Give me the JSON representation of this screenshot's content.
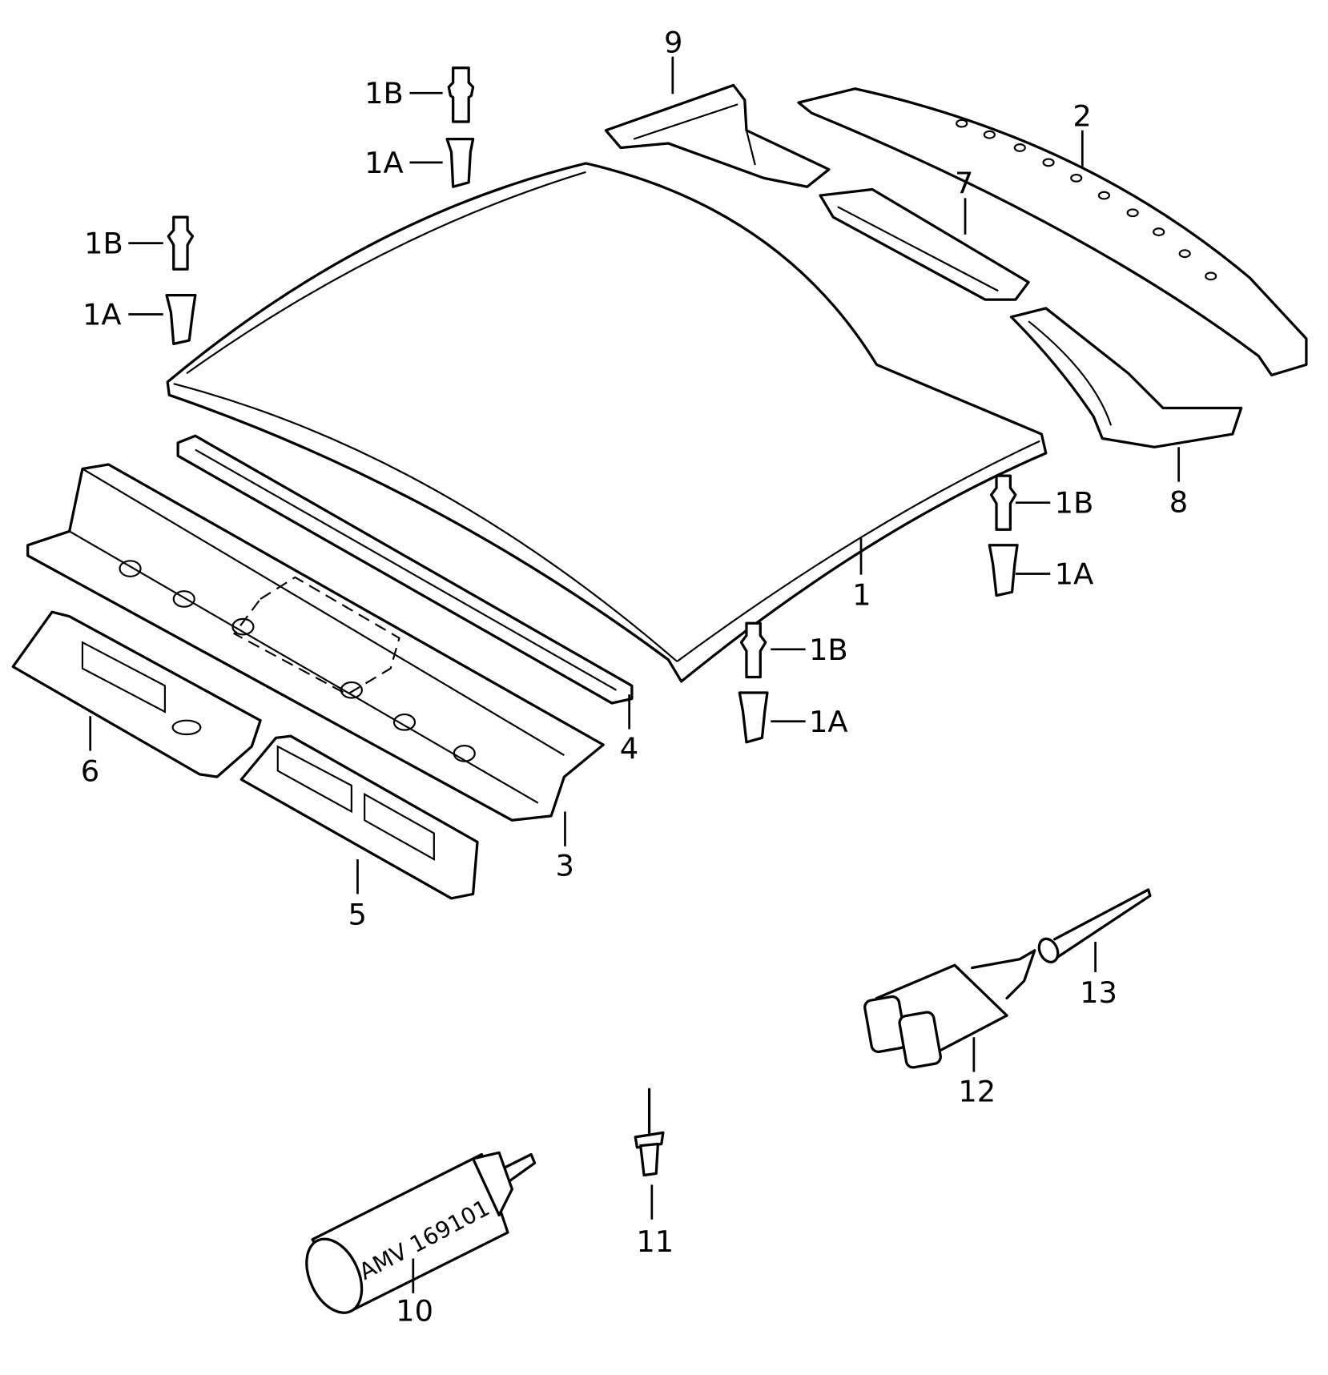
{
  "diagram": {
    "callouts": {
      "p1": "1",
      "p1A": "1A",
      "p1B": "1B",
      "p2": "2",
      "p3": "3",
      "p4": "4",
      "p5": "5",
      "p6": "6",
      "p7": "7",
      "p8": "8",
      "p9": "9",
      "p10": "10",
      "p11": "11",
      "p12": "12",
      "p13": "13"
    },
    "tube_label": "AMV 169101"
  }
}
